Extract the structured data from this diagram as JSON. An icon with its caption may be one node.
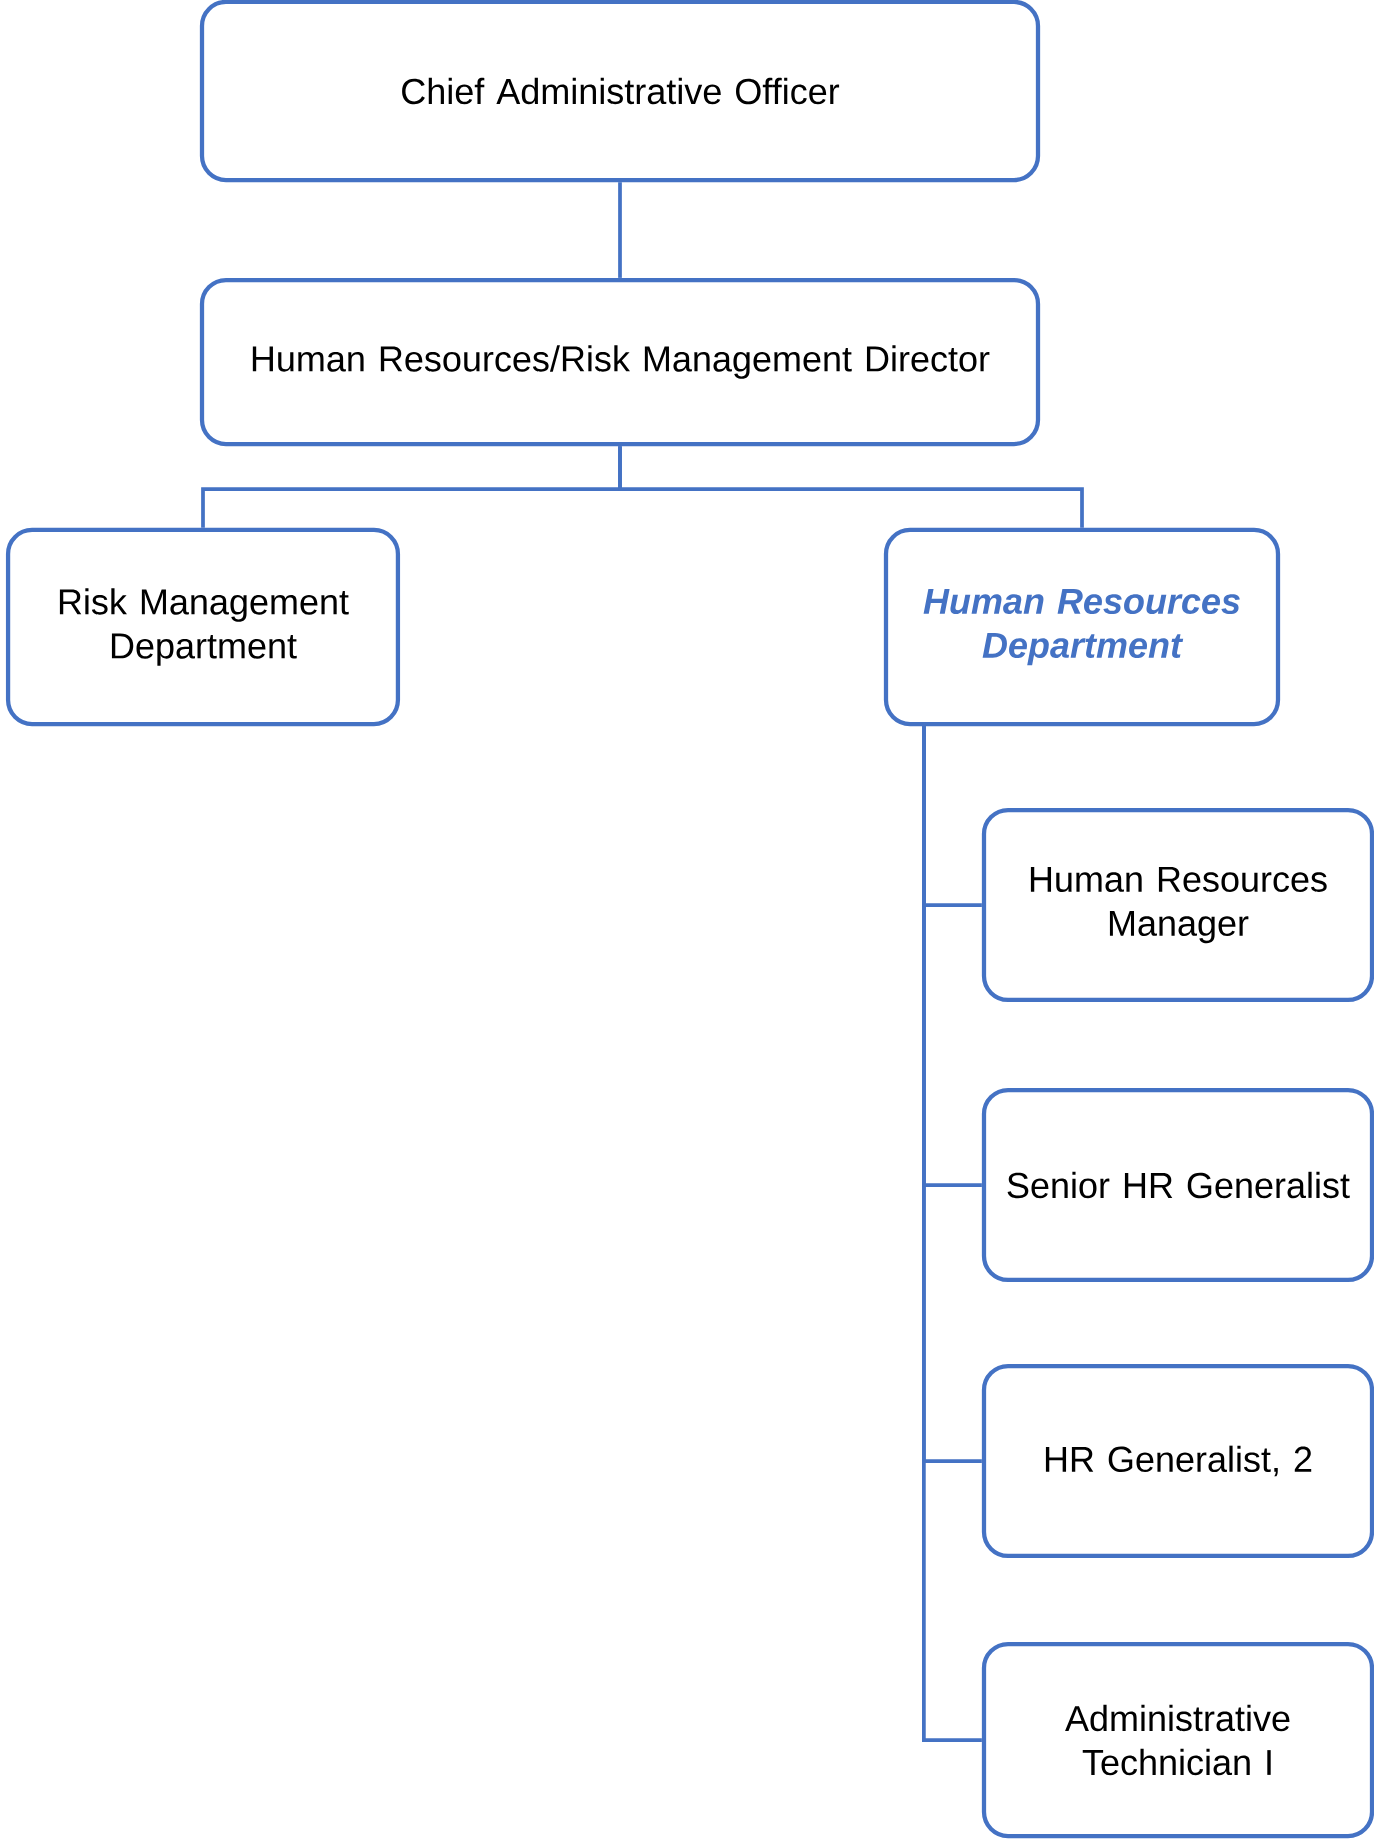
{
  "diagram": {
    "nodes": [
      {
        "text": [
          "Chief Administrative Officer"
        ]
      },
      {
        "text": [
          "Human Resources/Risk Management Director"
        ]
      },
      {
        "text": [
          "Risk Management Department"
        ]
      },
      {
        "text": [
          "Human Resources Department"
        ]
      },
      {
        "text": [
          "Human Resources Manager"
        ]
      },
      {
        "text": [
          "Senior HR Generalist"
        ]
      },
      {
        "text": [
          "HR Generalist, 2"
        ]
      },
      {
        "text": [
          "Administrative Technician I"
        ]
      }
    ],
    "edges": [
      {
        "from": 0,
        "to": 1,
        "arrow": "none"
      },
      {
        "from": 1,
        "to": 2,
        "arrow": "none"
      },
      {
        "from": 1,
        "to": 3,
        "arrow": "none"
      },
      {
        "from": 3,
        "to": 4,
        "arrow": "none"
      },
      {
        "from": 3,
        "to": 5,
        "arrow": "none"
      },
      {
        "from": 3,
        "to": 6,
        "arrow": "none"
      },
      {
        "from": 3,
        "to": 7,
        "arrow": "none"
      }
    ]
  }
}
